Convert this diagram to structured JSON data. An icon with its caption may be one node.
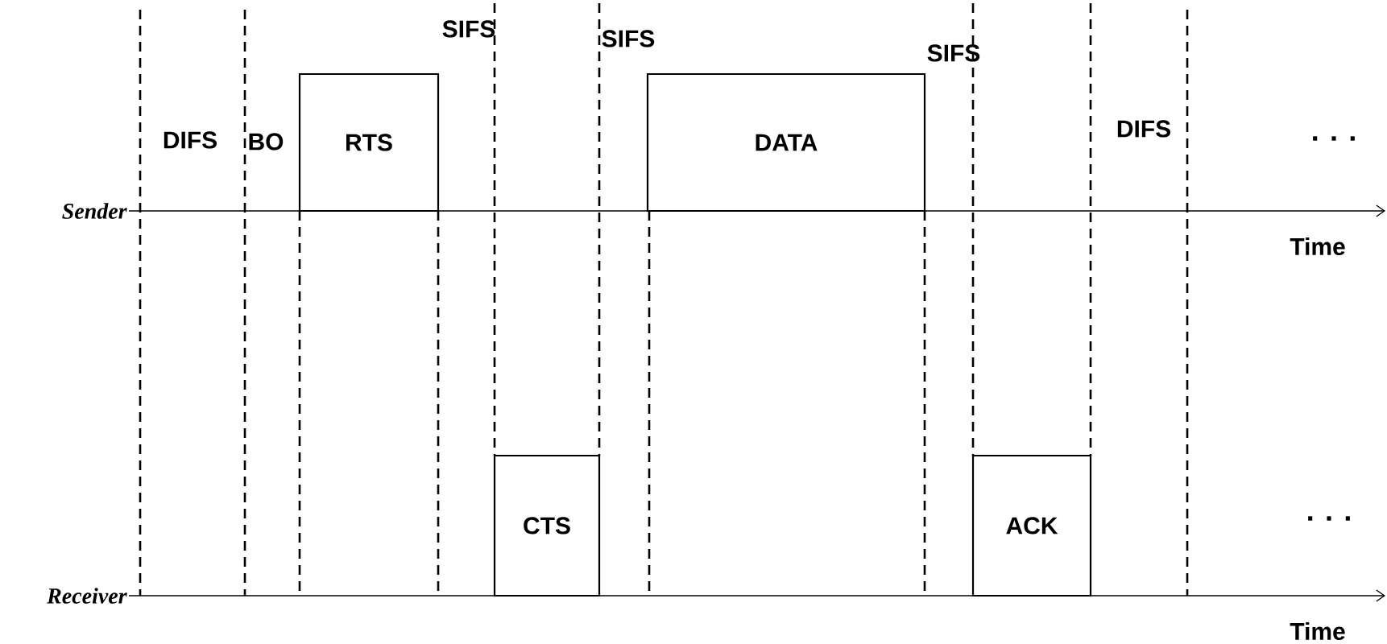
{
  "diagram": {
    "nodes": [
      {
        "text": [
          "RTS"
        ]
      },
      {
        "text": [
          "DATA"
        ]
      },
      {
        "text": [
          "CTS"
        ]
      },
      {
        "text": [
          "ACK"
        ]
      }
    ],
    "labels": [
      "DIFS",
      "BO",
      "SIFS",
      "SIFS",
      "SIFS",
      "DIFS",
      ". . .",
      "Sender",
      "Time",
      ". . .",
      "Receiver",
      "Time"
    ]
  }
}
